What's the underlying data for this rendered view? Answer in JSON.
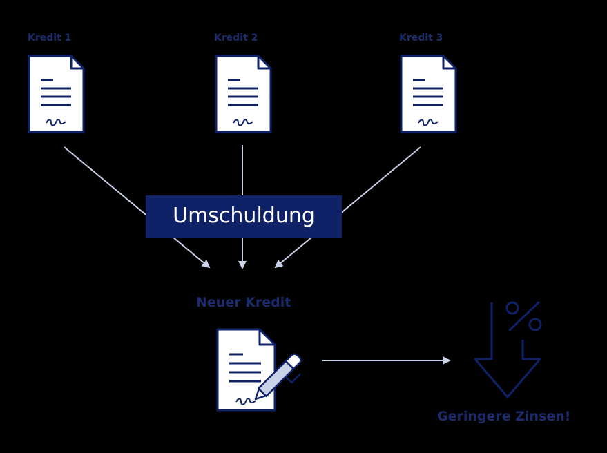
{
  "loans": [
    {
      "label": "Kredit 1"
    },
    {
      "label": "Kredit 2"
    },
    {
      "label": "Kredit 3"
    }
  ],
  "banner": {
    "label": "Umschuldung"
  },
  "new_loan": {
    "label": "Neuer Kredit"
  },
  "result": {
    "label": "Geringere Zinsen!"
  },
  "icons": {
    "document": "document-icon",
    "signed_document": "signed-document-icon",
    "pen": "pen-icon",
    "percent_down": "percent-down-arrow-icon"
  },
  "colors": {
    "navy": "#0f2167",
    "label": "#1b2b6b",
    "arrow": "#c9d1e6",
    "background": "#000000"
  }
}
